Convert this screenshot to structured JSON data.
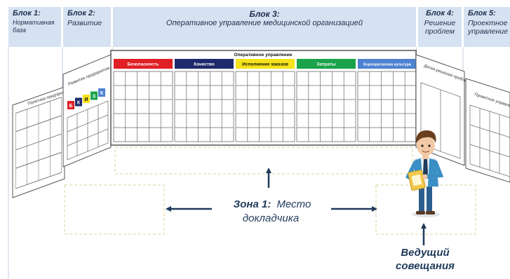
{
  "blocks": [
    {
      "title": "Блок 1:",
      "subtitle": "Нормативная\nбаза"
    },
    {
      "title": "Блок 2:",
      "subtitle": "Развитие"
    },
    {
      "title": "Блок 3:",
      "subtitle": "Оперативное управление медицинской организацией"
    },
    {
      "title": "Блок 4:",
      "subtitle": "Решение\nпроблем"
    },
    {
      "title": "Блок 5:",
      "subtitle": "Проектное\nуправление"
    }
  ],
  "boards": {
    "main_title": "Оперативное управление",
    "categories": [
      {
        "label": "Безопасность",
        "color": "#e01f26"
      },
      {
        "label": "Качество",
        "color": "#1d2a6b"
      },
      {
        "label": "Исполнение заказов",
        "color": "#f5e31a"
      },
      {
        "label": "Затраты",
        "color": "#1aa34a"
      },
      {
        "label": "Корпоративная культура",
        "color": "#4f83d1"
      }
    ],
    "policy_title": "Политика предприятия",
    "development_title": "Развитие предприятия",
    "letters": [
      {
        "text": "Б",
        "color": "#e01f26"
      },
      {
        "text": "К",
        "color": "#1d2a6b"
      },
      {
        "text": "И",
        "color": "#f5e31a"
      },
      {
        "text": "З",
        "color": "#1aa34a"
      },
      {
        "text": "К",
        "color": "#4f83d1"
      }
    ],
    "problems_title": "Доска решения проблем",
    "project_title": "Проектное управление"
  },
  "zone": {
    "label_bold": "Зона 1:",
    "label_rest": "Место",
    "label_line2": "докладчика"
  },
  "leader": {
    "line1": "Ведущий",
    "line2": "совещания"
  },
  "colors": {
    "header_bg": "#d6e2f1",
    "arrow": "#1f3a5a",
    "dashed": "#d8d49a"
  }
}
